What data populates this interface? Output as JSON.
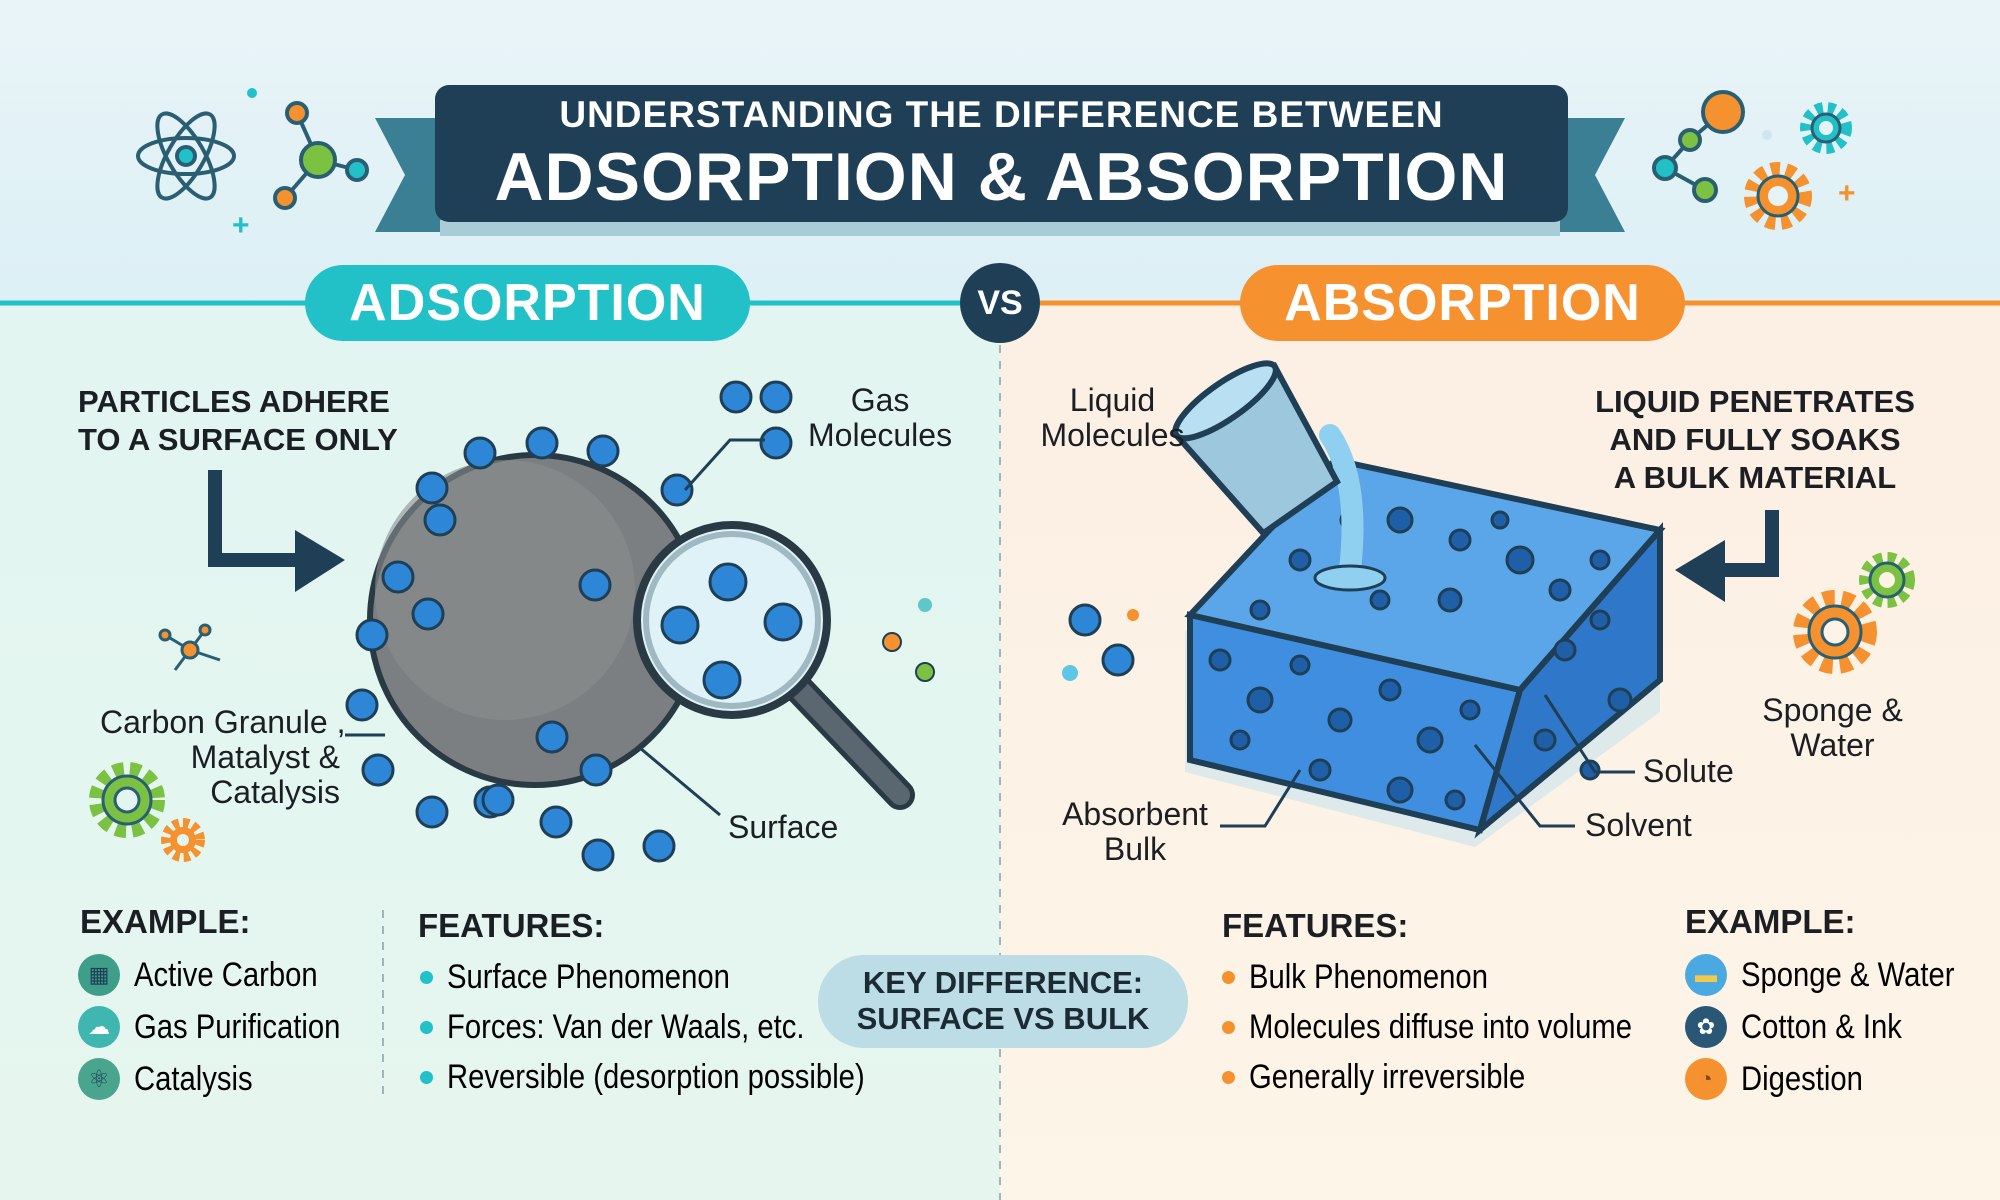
{
  "header": {
    "subtitle": "UNDERSTANDING THE DIFFERENCE BETWEEN",
    "title": "ADSORPTION & ABSORPTION"
  },
  "colors": {
    "adsorption": "#22c1c8",
    "absorption": "#f5922f",
    "navy": "#1e3f55",
    "molecule": "#2e86d6"
  },
  "vs_label": "VS",
  "adsorption": {
    "label": "ADSORPTION",
    "caption": [
      "PARTICLES ADHERE",
      "TO A SURFACE ONLY"
    ],
    "gas_label": [
      "Gas",
      "Molecules"
    ],
    "granule_label": [
      "Carbon Granule ,",
      "Matalyst &",
      "Catalysis"
    ],
    "surface_label": "Surface",
    "example_heading": "EXAMPLE:",
    "examples": [
      {
        "icon": "carbon-mesh-icon",
        "label": "Active Carbon"
      },
      {
        "icon": "gas-purification-icon",
        "label": "Gas Purification"
      },
      {
        "icon": "atom-icon",
        "label": "Catalysis"
      }
    ],
    "features_heading": "FEATURES:",
    "features": [
      "Surface Phenomenon",
      "Forces: Van der Waals, etc.",
      "Reversible (desorption possible)"
    ]
  },
  "absorption": {
    "label": "ABSORPTION",
    "caption": [
      "LIQUID PENETRATES",
      "AND FULLY SOAKS",
      "A BULK MATERIAL"
    ],
    "liquid_label": [
      "Liquid",
      "Molecules"
    ],
    "sponge_label": [
      "Sponge &",
      "Water"
    ],
    "solute_label": "Solute",
    "solvent_label": "Solvent",
    "bulk_label": [
      "Absorbent",
      "Bulk"
    ],
    "features_heading": "FEATURES:",
    "features": [
      "Bulk Phenomenon",
      "Molecules diffuse into volume",
      "Generally irreversible"
    ],
    "example_heading": "EXAMPLE:",
    "examples": [
      {
        "icon": "sponge-icon",
        "label": "Sponge & Water"
      },
      {
        "icon": "cotton-icon",
        "label": "Cotton & Ink"
      },
      {
        "icon": "stomach-icon",
        "label": "Digestion"
      }
    ]
  },
  "key_difference": [
    "KEY DIFFERENCE:",
    "SURFACE VS BULK"
  ]
}
